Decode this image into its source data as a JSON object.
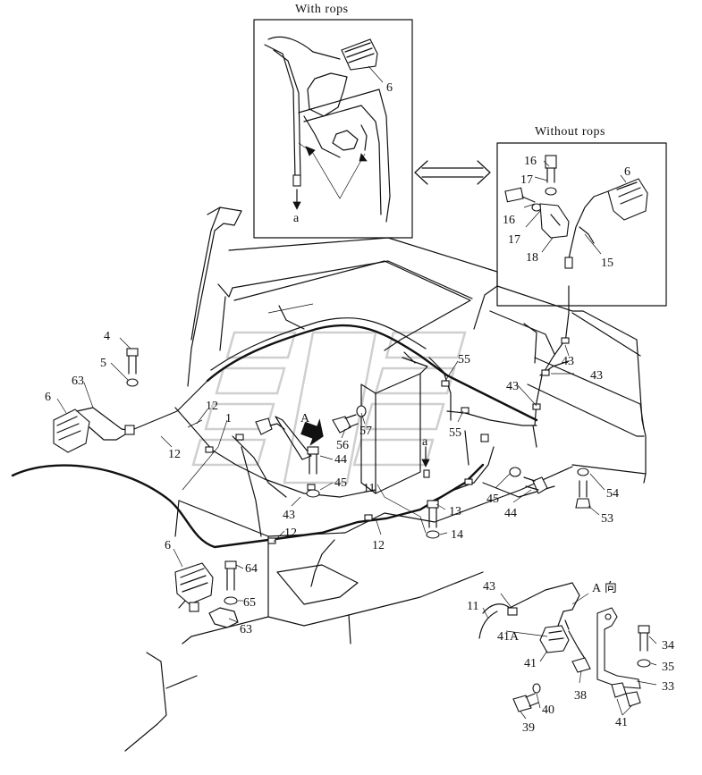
{
  "headings": {
    "with_rops": "With rops",
    "without_rops": "Without rops",
    "view_a": "A 向"
  },
  "letters": {
    "a_inset": "a",
    "a_main": "a",
    "A_arrow": "A"
  },
  "labels": {
    "p6_rops": "6",
    "p16a": "16",
    "p17a": "17",
    "p16b": "16",
    "p17b": "17",
    "p6_norops": "6",
    "p18": "18",
    "p15": "15",
    "p4": "4",
    "p5": "5",
    "p63a": "63",
    "p6_left": "6",
    "p12a": "12",
    "p1": "1",
    "p12b": "12",
    "p44a": "44",
    "p45a": "45",
    "p43a": "43",
    "p11": "11",
    "p57": "57",
    "p56": "56",
    "p55a": "55",
    "p55b": "55",
    "p43b": "43",
    "p43c": "43",
    "p43d": "43",
    "p45b": "45",
    "p44b": "44",
    "p54": "54",
    "p53": "53",
    "p13": "13",
    "p14": "14",
    "p12c": "12",
    "p12d": "12",
    "p6_bottom": "6",
    "p64": "64",
    "p65": "65",
    "p63b": "63",
    "d43": "43",
    "d11": "11",
    "d41A": "41A",
    "d41a": "41",
    "d38": "38",
    "d34": "34",
    "d35": "35",
    "d33": "33",
    "d39": "39",
    "d40": "40",
    "d41b": "41"
  }
}
